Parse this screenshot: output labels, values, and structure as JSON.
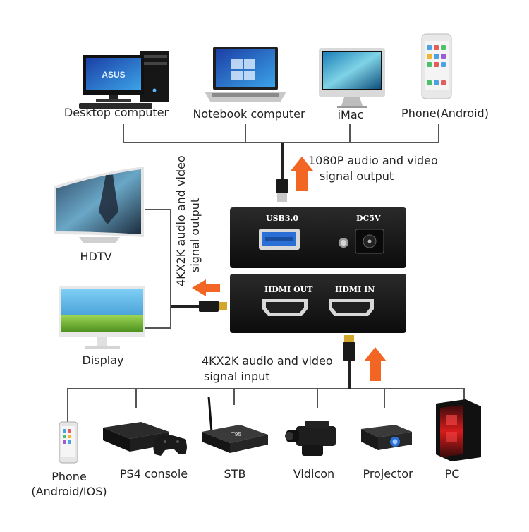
{
  "devices_top": {
    "desktop": "Desktop computer",
    "notebook": "Notebook computer",
    "imac": "iMac",
    "phone": "Phone(Android)",
    "monitor_brand": "ASUS"
  },
  "devices_left": {
    "hdtv": "HDTV",
    "display": "Display"
  },
  "devices_bottom": {
    "phone_line1": "Phone",
    "phone_line2": "(Android/IOS)",
    "ps4": "PS4 console",
    "stb": "STB",
    "vidicon": "Vidicon",
    "projector": "Projector",
    "pc": "PC",
    "stb_logo": "T95"
  },
  "annotations": {
    "output_1080p_line1": "1080P audio and video",
    "output_1080p_line2": "signal output",
    "output_4k_line1": "4KX2K audio and video",
    "output_4k_line2": "signal output",
    "input_4k_line1": "4KX2K audio and video",
    "input_4k_line2": "signal input"
  },
  "capture_box": {
    "usb": "USB3.0",
    "dc": "DC5V",
    "hdmi_out": "HDMI OUT",
    "hdmi_in": "HDMI IN"
  },
  "colors": {
    "arrow": "#f26522",
    "wire": "#555555",
    "device_body": "#1a1a1a",
    "usb_blue": "#2a6fd6"
  }
}
